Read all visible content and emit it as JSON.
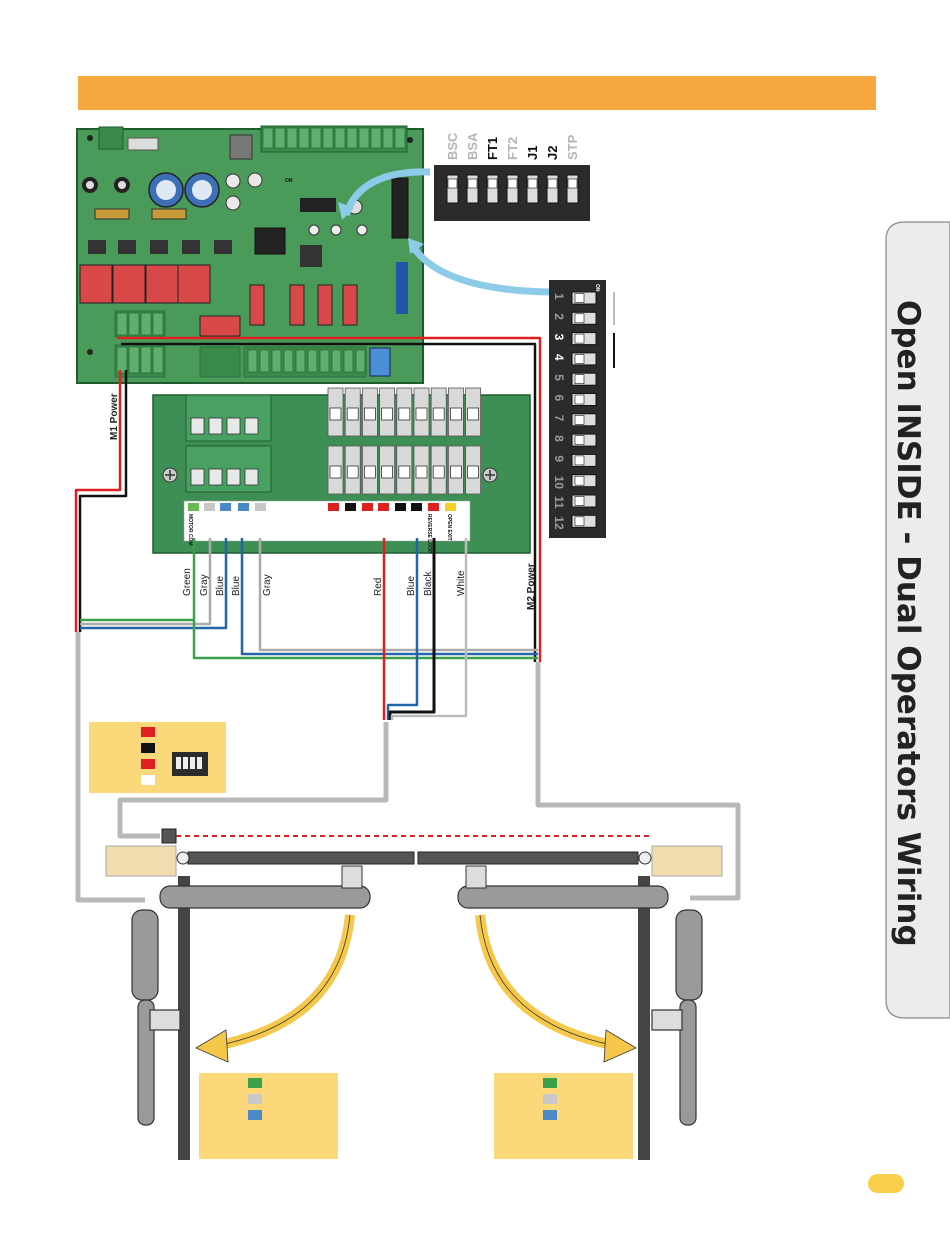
{
  "header_bar": {
    "color": "#f7a83e"
  },
  "side_title": "Open INSIDE - Dual Operators Wiring",
  "board": {
    "header_label": "ON"
  },
  "dip_switch_small": {
    "labels": [
      "BSC",
      "BSA",
      "FT1",
      "FT2",
      "J1",
      "J2",
      "STP"
    ],
    "active": [
      false,
      false,
      true,
      false,
      true,
      true,
      false
    ]
  },
  "dip_switch_large": {
    "on_label": "ON",
    "numbers": [
      "1",
      "2",
      "3",
      "4",
      "5",
      "6",
      "7",
      "8",
      "9",
      "10",
      "11",
      "12"
    ],
    "active": [
      false,
      false,
      true,
      true,
      false,
      false,
      false,
      false,
      false,
      false,
      false,
      false
    ]
  },
  "terminal_block": {
    "tag_motor_com": "MOTOR COM",
    "tag_reverse_loop": "REVERSE LOOP",
    "tag_open_exit": "OPEN EXIT"
  },
  "cables": {
    "m1_power": "M1 Power",
    "m2_power": "M2 Power"
  },
  "wire_labels": {
    "green": "Green",
    "gray1": "Gray",
    "blue1": "Blue",
    "blue2": "Blue",
    "gray2": "Gray",
    "red": "Red",
    "blue3": "Blue",
    "black": "Black",
    "white": "White"
  },
  "colors": {
    "board_green": "#4a9a5a",
    "terminal_green": "#3e8f56",
    "red": "#e02020",
    "black": "#111111",
    "green": "#3aa14a",
    "blue": "#2266aa",
    "gray": "#aaaaaa",
    "yellow_panel": "#fbd97a",
    "arc_yellow": "#f5c84a"
  }
}
